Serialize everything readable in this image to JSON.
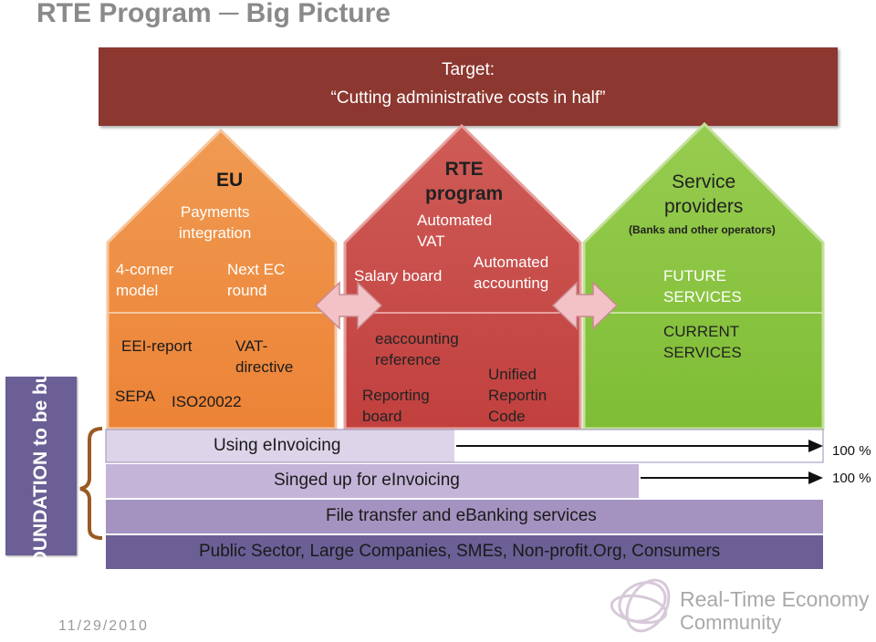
{
  "slide": {
    "title": "RTE Program ─ Big Picture",
    "target_line1": "Target:",
    "target_line2": "“Cutting administrative costs in half”",
    "date": "11/29/2010"
  },
  "houses": {
    "eu": {
      "heading": "EU",
      "payments": "Payments\nintegration",
      "four_corner": "4-corner\nmodel",
      "next_ec": "Next EC\nround",
      "eei": "EEI-report",
      "vat_directive": "VAT-\ndirective",
      "sepa": "SEPA",
      "iso": "ISO20022"
    },
    "rte": {
      "heading": "RTE\nprogram",
      "automated_vat": "Automated\nVAT",
      "salary_board": "Salary board",
      "automated_accounting": "Automated\naccounting",
      "eaccounting": "eaccounting\nreference",
      "unified": "Unified\nReportin\nCode",
      "reporting_board": "Reporting\nboard"
    },
    "service": {
      "heading": "Service\nproviders",
      "subheading": "(Banks and other operators)",
      "future": "FUTURE\nSERVICES",
      "current": "CURRENT\nSERVICES"
    }
  },
  "bars": {
    "using": "Using eInvoicing",
    "singed": "Singed up for eInvoicing",
    "file": "File transfer and eBanking services",
    "public": "Public Sector, Large Companies, SMEs, Non-profit.Org, Consumers",
    "pct1": "100 %",
    "pct2": "100 %"
  },
  "foundation": "FOUNDATION\nto be built",
  "logo": {
    "line1": "Real-Time Economy",
    "line2": "Community",
    "icon": "rte-logo-icon"
  },
  "colors": {
    "banner": "#8c3730",
    "eu_house": "#ee8a3e",
    "rte_house": "#c84a48",
    "service_house": "#8cc63e",
    "bar_light": "#ddd4e9",
    "bar_mid": "#c4b4d8",
    "bar_dark": "#a493c0",
    "bar_darkest": "#6b5f95",
    "foundation": "#6b5f95",
    "arrow": "#f2c2c7",
    "bracket": "#9a5a22"
  }
}
